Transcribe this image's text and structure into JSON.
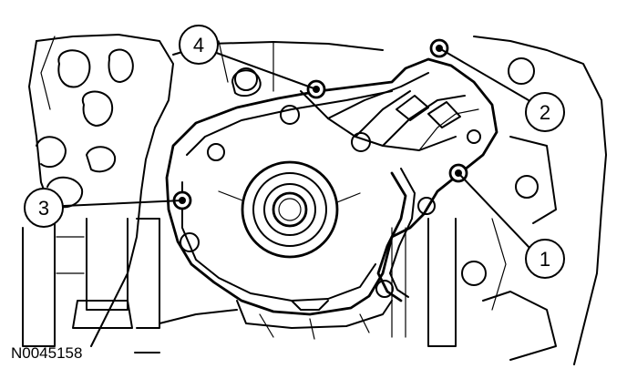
{
  "figure": {
    "reference_code": "N0045158",
    "callouts": [
      {
        "id": "callout-1",
        "label": "1"
      },
      {
        "id": "callout-2",
        "label": "2"
      },
      {
        "id": "callout-3",
        "label": "3"
      },
      {
        "id": "callout-4",
        "label": "4"
      }
    ]
  },
  "colors": {
    "line": "#000000",
    "background": "#ffffff"
  }
}
